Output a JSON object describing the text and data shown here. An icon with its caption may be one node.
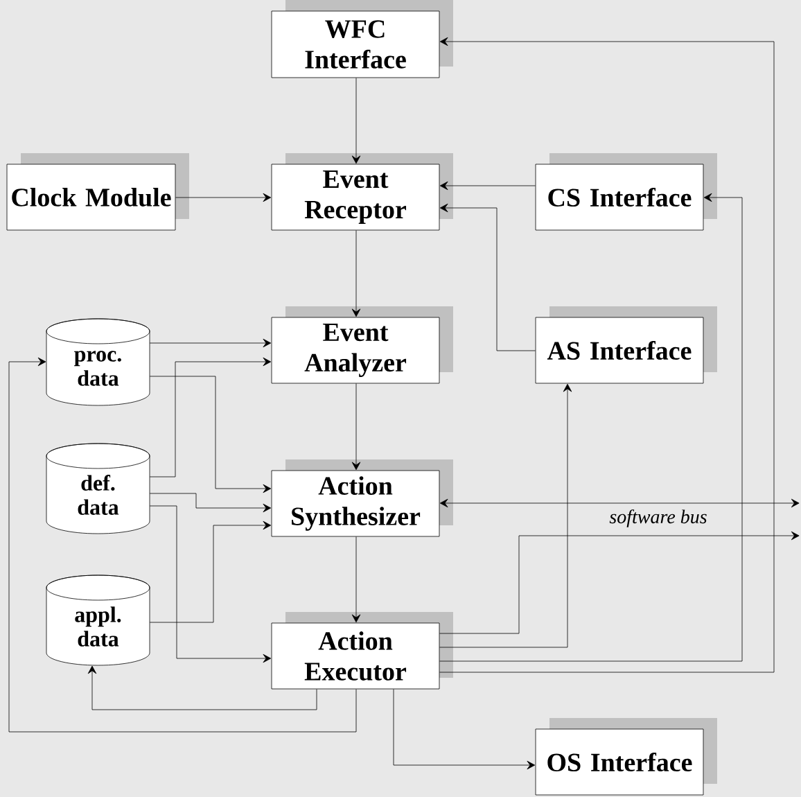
{
  "diagram": {
    "nodes": [
      {
        "text": [
          "WFC Interface"
        ]
      },
      {
        "text": [
          "Clock Module"
        ]
      },
      {
        "text": [
          "Event Receptor"
        ]
      },
      {
        "text": [
          "CS Interface"
        ]
      },
      {
        "text": [
          "proc. data"
        ]
      },
      {
        "text": [
          "Event Analyzer"
        ]
      },
      {
        "text": [
          "AS Interface"
        ]
      },
      {
        "text": [
          "def. data"
        ]
      },
      {
        "text": [
          "Action Synthesizer"
        ]
      },
      {
        "text": [
          "appl. data"
        ]
      },
      {
        "text": [
          "Action Executor"
        ]
      },
      {
        "text": [
          "OS Interface"
        ]
      }
    ],
    "edges": [
      {
        "from": 0,
        "to": 2,
        "arrow": "to"
      },
      {
        "from": 1,
        "to": 2,
        "arrow": "to"
      },
      {
        "from": 3,
        "to": 2,
        "arrow": "to"
      },
      {
        "from": 6,
        "to": 2,
        "arrow": "to"
      },
      {
        "from": 2,
        "to": 5,
        "arrow": "to"
      },
      {
        "from": 4,
        "to": 5,
        "arrow": "to"
      },
      {
        "from": 7,
        "to": 5,
        "arrow": "to"
      },
      {
        "from": 4,
        "to": 8,
        "arrow": "to"
      },
      {
        "from": 7,
        "to": 8,
        "arrow": "to"
      },
      {
        "from": 9,
        "to": 8,
        "arrow": "to"
      },
      {
        "from": 5,
        "to": 8,
        "arrow": "to"
      },
      {
        "from": 7,
        "to": 10,
        "arrow": "to"
      },
      {
        "from": 8,
        "to": 10,
        "arrow": "to"
      },
      {
        "from": 8,
        "to": null,
        "arrow": "both",
        "label": "software bus"
      },
      {
        "from": 10,
        "to": null,
        "arrow": "to"
      },
      {
        "from": 10,
        "to": 6,
        "arrow": "to"
      },
      {
        "from": 10,
        "to": 3,
        "arrow": "to"
      },
      {
        "from": 10,
        "to": 0,
        "arrow": "to"
      },
      {
        "from": 10,
        "to": 9,
        "arrow": "to"
      },
      {
        "from": 10,
        "to": 4,
        "arrow": "to"
      },
      {
        "from": 10,
        "to": 11,
        "arrow": "to"
      }
    ]
  }
}
